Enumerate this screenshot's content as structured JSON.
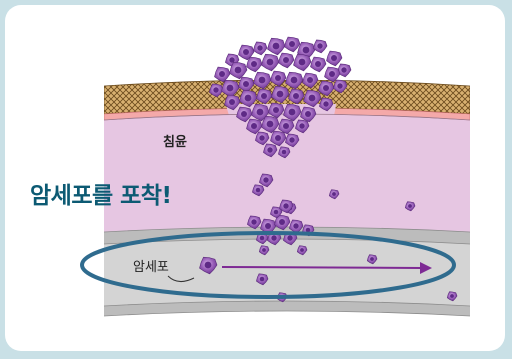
{
  "caption": "암세포를 포착!",
  "labels": {
    "invasion": "침윤",
    "cancer_cell": "암세포"
  },
  "colors": {
    "background": "#c9e0e6",
    "card": "#ffffff",
    "caption": "#0c5a73",
    "tissue": "#e6c6e2",
    "epithelium_hatch": "#d6ad6a",
    "basement_membrane": "#f4a9a9",
    "vessel_wall": "#c8c8c8",
    "vessel_lumen": "#d2d2d2",
    "cell_fill": "#9b62bb",
    "cell_dark": "#6e3694",
    "arrow": "#7e2a94",
    "ellipse": "#2f6b8e"
  },
  "icons": [
    "cancer-cell-icon",
    "flow-arrow-icon",
    "highlight-ellipse"
  ]
}
